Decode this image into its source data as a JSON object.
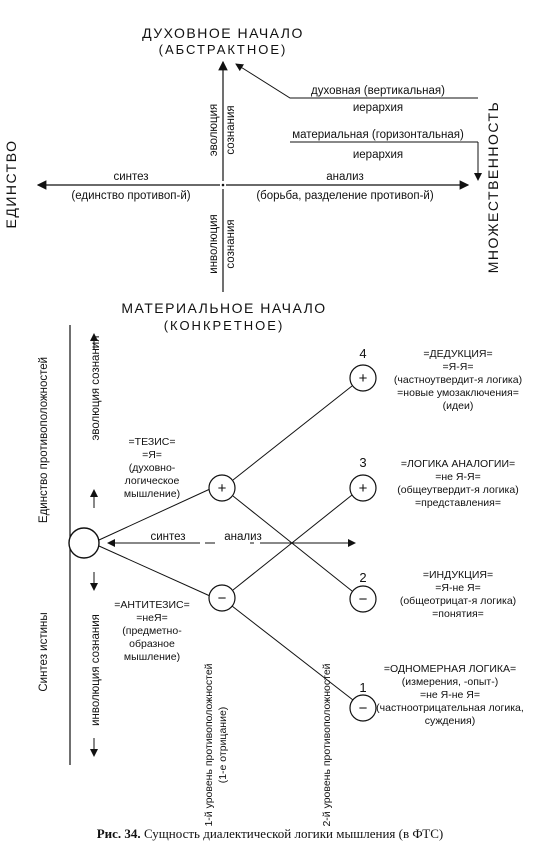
{
  "top_diagram": {
    "spiritual_title": "ДУХОВНОЕ НАЧАЛО",
    "spiritual_sub": "(АБСТРАКТНОЕ)",
    "material_title": "МАТЕРИАЛЬНОЕ НАЧАЛО",
    "material_sub": "(КОНКРЕТНОЕ)",
    "left_axis": "ЕДИНСТВО",
    "right_axis": "МНОЖЕСТВЕННОСТЬ",
    "evolution_1": "эволюция",
    "evolution_2": "сознания",
    "involution_1": "инволюция",
    "involution_2": "сознания",
    "spiritual_hier_1": "духовная (вертикальная)",
    "spiritual_hier_2": "иерархия",
    "material_hier_1": "материальная (горизонтальная)",
    "material_hier_2": "иерархия",
    "synthesis_1": "синтез",
    "synthesis_2": "(единство противоп-й)",
    "analysis_1": "анализ",
    "analysis_2": "(борьба, разделение противоп-й)"
  },
  "bottom_diagram": {
    "left_v1": "Единство противоположностей",
    "left_v2": "эволюция сознания",
    "left_v3": "Синтез истины",
    "left_v4": "инволюция сознания",
    "synthesis": "синтез",
    "analysis": "анализ",
    "thesis": [
      "=ТЕЗИС=",
      "=Я=",
      "(духовно-",
      "логическое",
      "мышление)"
    ],
    "antithesis": [
      "=АНТИТЕЗИС=",
      "=неЯ=",
      "(предметно-",
      "образное",
      "мышление)"
    ],
    "level1_a": "1-й уровень противоположностей",
    "level1_b": "(1-е отрицание)",
    "level2": "2-й уровень противоположностей",
    "nodes": {
      "plus_mid": "+",
      "minus_mid": "−",
      "n4_num": "4",
      "n4_sign": "+",
      "n3_num": "3",
      "n3_sign": "+",
      "n2_num": "2",
      "n2_sign": "−",
      "n1_num": "1",
      "n1_sign": "−"
    },
    "deduction": [
      "=ДЕДУКЦИЯ=",
      "=Я-Я=",
      "(частноутвердит-я логика)",
      "=новые умозаключения=",
      "(идеи)"
    ],
    "analogy": [
      "=ЛОГИКА АНАЛОГИИ=",
      "=не Я-Я=",
      "(общеутвердит-я логика)",
      "=представления="
    ],
    "induction": [
      "=ИНДУКЦИЯ=",
      "=Я-не Я=",
      "(общеотрицат-я логика)",
      "=понятия="
    ],
    "onedim": [
      "=ОДНОМЕРНАЯ ЛОГИКА=",
      "(измерения, -опыт-)",
      "=не Я-не Я=",
      "(частноотрицательная логика,",
      "суждения)"
    ]
  },
  "caption_label": "Рис. 34.",
  "caption_text": "Сущность диалектической логики мышления (в ФТС)"
}
